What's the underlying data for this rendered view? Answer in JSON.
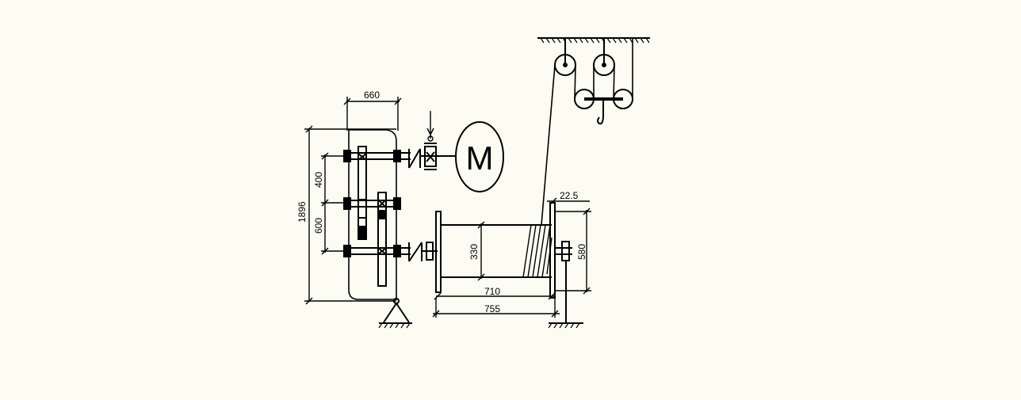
{
  "drawing": {
    "background": "#fdfcf3",
    "line_color": "#000000",
    "dimensions": {
      "gearbox_width": "660",
      "total_height": "1896",
      "shaft_spacing_upper": "400",
      "shaft_spacing_lower": "600",
      "drum_diameter": "330",
      "drum_length": "710",
      "drum_total_length": "755",
      "rope_offset": "22.5",
      "support_height": "580"
    },
    "motor_label": "M"
  }
}
